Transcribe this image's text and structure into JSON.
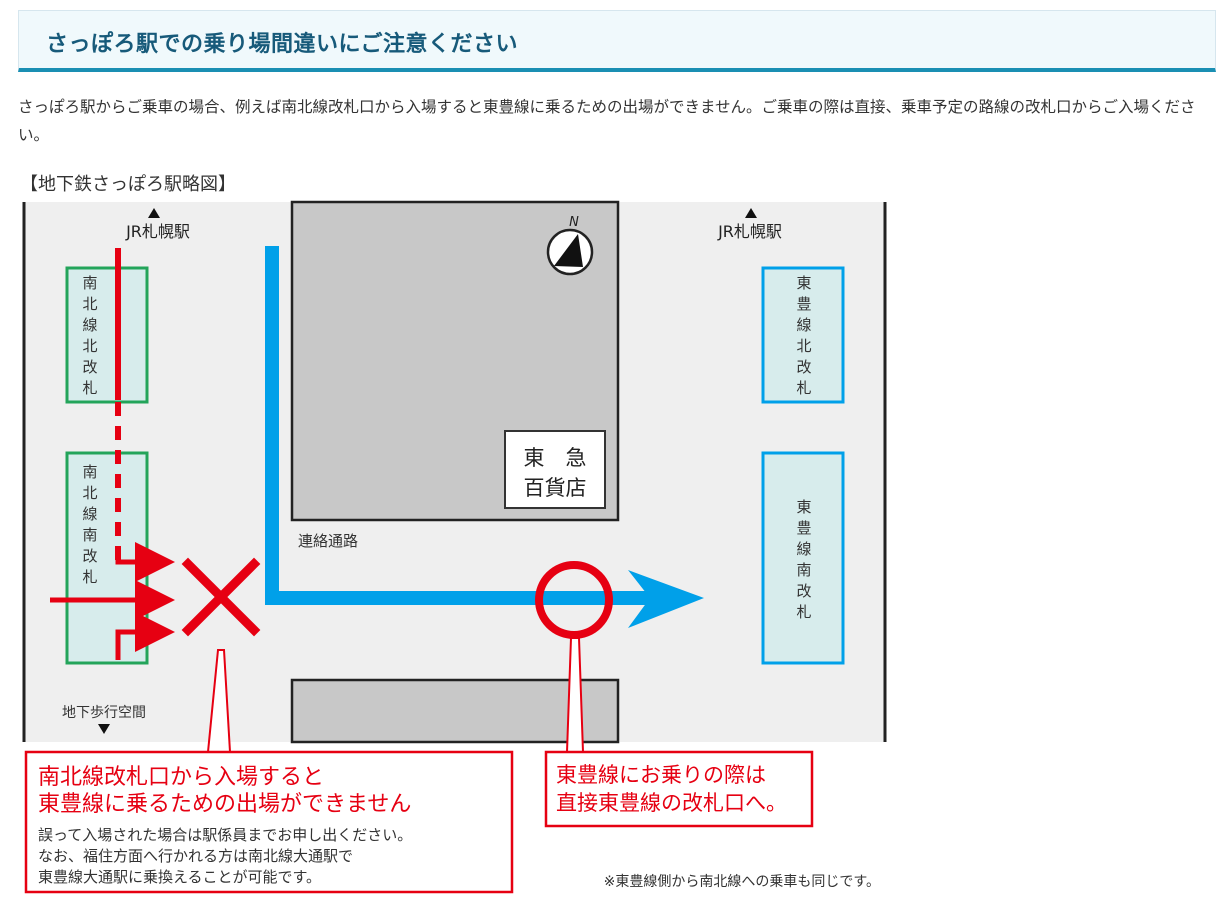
{
  "heading": {
    "title": "さっぽろ駅での乗り場間違いにご注意ください"
  },
  "lead": {
    "text": "さっぽろ駅からご乗車の場合、例えば南北線改札口から入場すると東豊線に乗るための出場ができません。ご乗車の際は直接、乗車予定の路線の改札口からご入場ください。"
  },
  "map": {
    "caption": "【地下鉄さっぽろ駅略図】",
    "jr_left": "JR札幌駅",
    "jr_right": "JR札幌駅",
    "north": "N",
    "namboku_north_gate": [
      "南",
      "北",
      "線",
      "北",
      "改",
      "札"
    ],
    "namboku_south_gate": [
      "南",
      "北",
      "線",
      "南",
      "改",
      "札"
    ],
    "toho_north_gate": [
      "東",
      "豊",
      "線",
      "北",
      "改",
      "札"
    ],
    "toho_south_gate": [
      "東",
      "豊",
      "線",
      "南",
      "改",
      "札"
    ],
    "tokyu_line1": "東　急",
    "tokyu_line2": "百貨店",
    "passage": "連絡通路",
    "underground_walkway": "地下歩行空間",
    "warning_title_1": "南北線改札口から入場すると",
    "warning_title_2": "東豊線に乗るための出場ができません",
    "warning_note_1": "誤って入場された場合は駅係員までお申し出ください。",
    "warning_note_2": "なお、福住方面へ行かれる方は南北線大通駅で",
    "warning_note_3": "東豊線大通駅に乗換えることが可能です。",
    "ok_text_1": "東豊線にお乗りの際は",
    "ok_text_2": "直接東豊線の改札口へ。",
    "footnote": "※東豊線側から南北線への乗車も同じです。",
    "colors": {
      "red": "#e60012",
      "blue": "#00a0e9",
      "green": "#23a45a",
      "gate_fill": "#d7ecec",
      "building": "#c8c8c8",
      "floor": "#efefef"
    }
  }
}
